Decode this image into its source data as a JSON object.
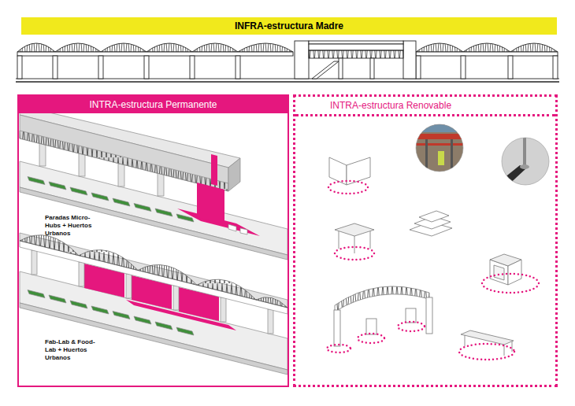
{
  "diagram": {
    "nodes": [
      {
        "text": [
          "INFRA-estructura Madre"
        ]
      },
      {
        "text": [
          "INTRA-estructura Permanente"
        ]
      },
      {
        "text": [
          "INTRA-estructura Renovable"
        ]
      }
    ],
    "labels": [
      "Paradas Micro-Hubs + Huertos Urbanos",
      "Fab-Lab & Food-Lab + Huertos Urbanos"
    ]
  }
}
